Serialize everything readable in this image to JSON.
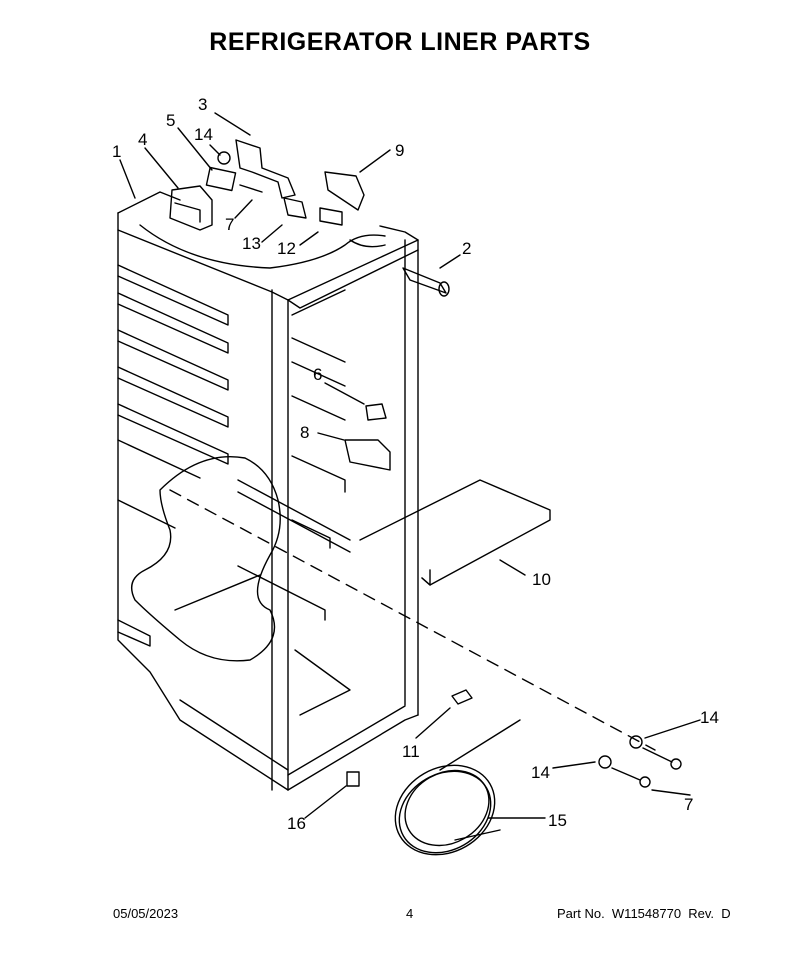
{
  "title": "REFRIGERATOR LINER PARTS",
  "footer": {
    "date": "05/05/2023",
    "page": "4",
    "part_text": "Part No.  W11548770  Rev.  D"
  },
  "callouts": [
    "1",
    "2",
    "3",
    "4",
    "5",
    "6",
    "7",
    "8",
    "9",
    "10",
    "11",
    "12",
    "13",
    "14",
    "15",
    "16",
    "14",
    "14",
    "7"
  ]
}
